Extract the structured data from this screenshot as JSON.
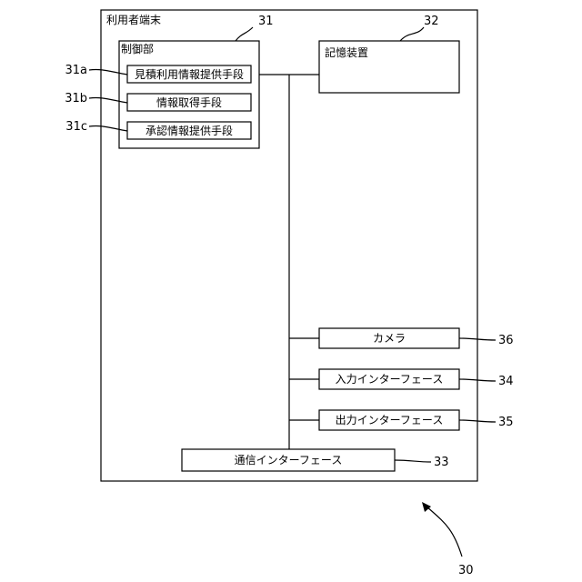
{
  "terminal": {
    "label": "利用者端末",
    "ref": "30"
  },
  "control": {
    "label": "制御部",
    "ref": "31"
  },
  "means": [
    {
      "label": "見積利用情報提供手段",
      "ref": "31a"
    },
    {
      "label": "情報取得手段",
      "ref": "31b"
    },
    {
      "label": "承認情報提供手段",
      "ref": "31c"
    }
  ],
  "storage": {
    "label": "記憶装置",
    "ref": "32"
  },
  "camera": {
    "label": "カメラ",
    "ref": "36"
  },
  "input_if": {
    "label": "入力インターフェース",
    "ref": "34"
  },
  "output_if": {
    "label": "出力インターフェース",
    "ref": "35"
  },
  "comm_if": {
    "label": "通信インターフェース",
    "ref": "33"
  }
}
